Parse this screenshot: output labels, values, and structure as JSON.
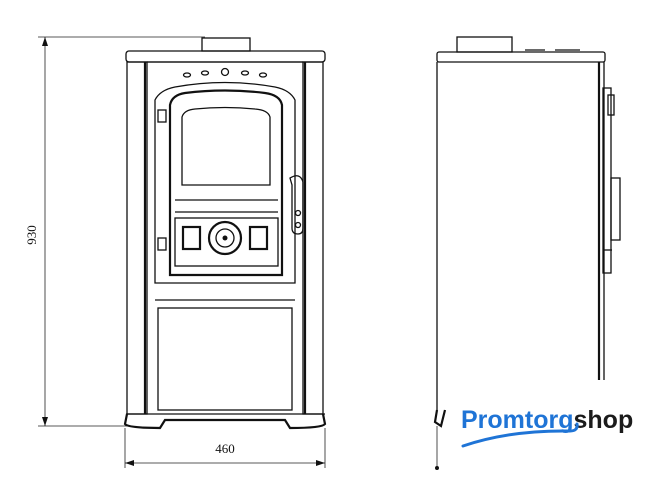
{
  "dimensions": {
    "height_label": "930",
    "width_label": "460"
  },
  "logo": {
    "part1": "Promtorg",
    "part2": "shop",
    "color_primary": "#1f74d6",
    "color_secondary": "#1b1b1b"
  }
}
